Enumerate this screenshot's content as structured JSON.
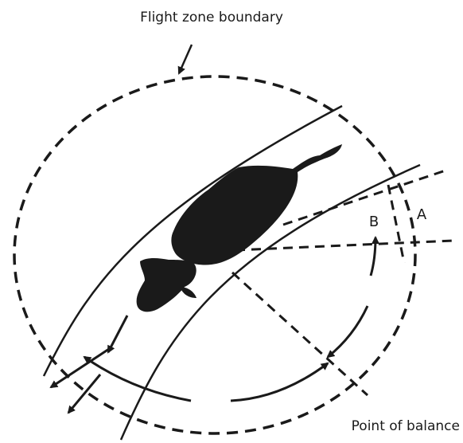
{
  "labels": {
    "flight_zone_boundary": "Flight zone boundary",
    "point_of_balance": "Point of balance",
    "zone_a": "A",
    "zone_b": "B"
  },
  "colors": {
    "ink": "#1a1a1a",
    "background": "#ffffff"
  }
}
